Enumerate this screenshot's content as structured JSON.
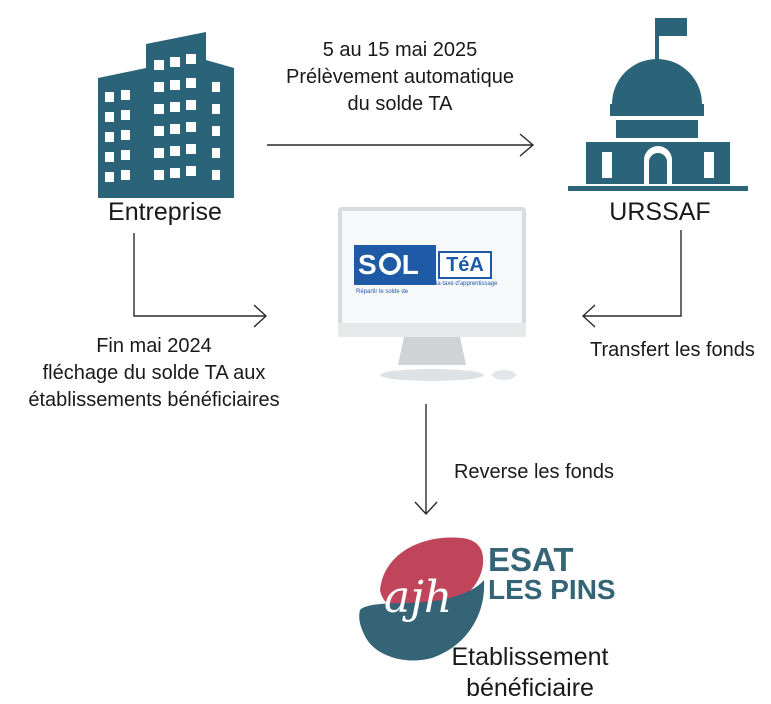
{
  "nodes": {
    "company": {
      "label": "Entreprise"
    },
    "urssaf": {
      "label": "URSSAF"
    },
    "platform": {
      "brand_left": "S",
      "brand_mid": "L",
      "brand_right": "TéA",
      "caption_left": "Répartir le solde de",
      "caption_right": "la taxe d'apprentissage"
    },
    "beneficiary": {
      "logo_mark": "ajh",
      "org_line1": "ESAT",
      "org_line2": "LES PINS",
      "label_line1": "Etablissement",
      "label_line2": "bénéficiaire"
    }
  },
  "edges": {
    "top": {
      "line1": "5 au 15 mai 2025",
      "line2": "Prélèvement automatique",
      "line3": "du solde TA"
    },
    "left": {
      "line1": "Fin mai 2024",
      "line2": "fléchage du solde TA aux",
      "line3": "établissements bénéficiaires"
    },
    "right": {
      "line1": "Transfert les fonds"
    },
    "bottom": {
      "line1": "Reverse les fonds"
    }
  },
  "colors": {
    "icon": "#2b6378",
    "arrow": "#2a2a2a",
    "logo_red": "#c0455a",
    "logo_teal": "#356476",
    "sol_blue": "#1f5aa6"
  }
}
